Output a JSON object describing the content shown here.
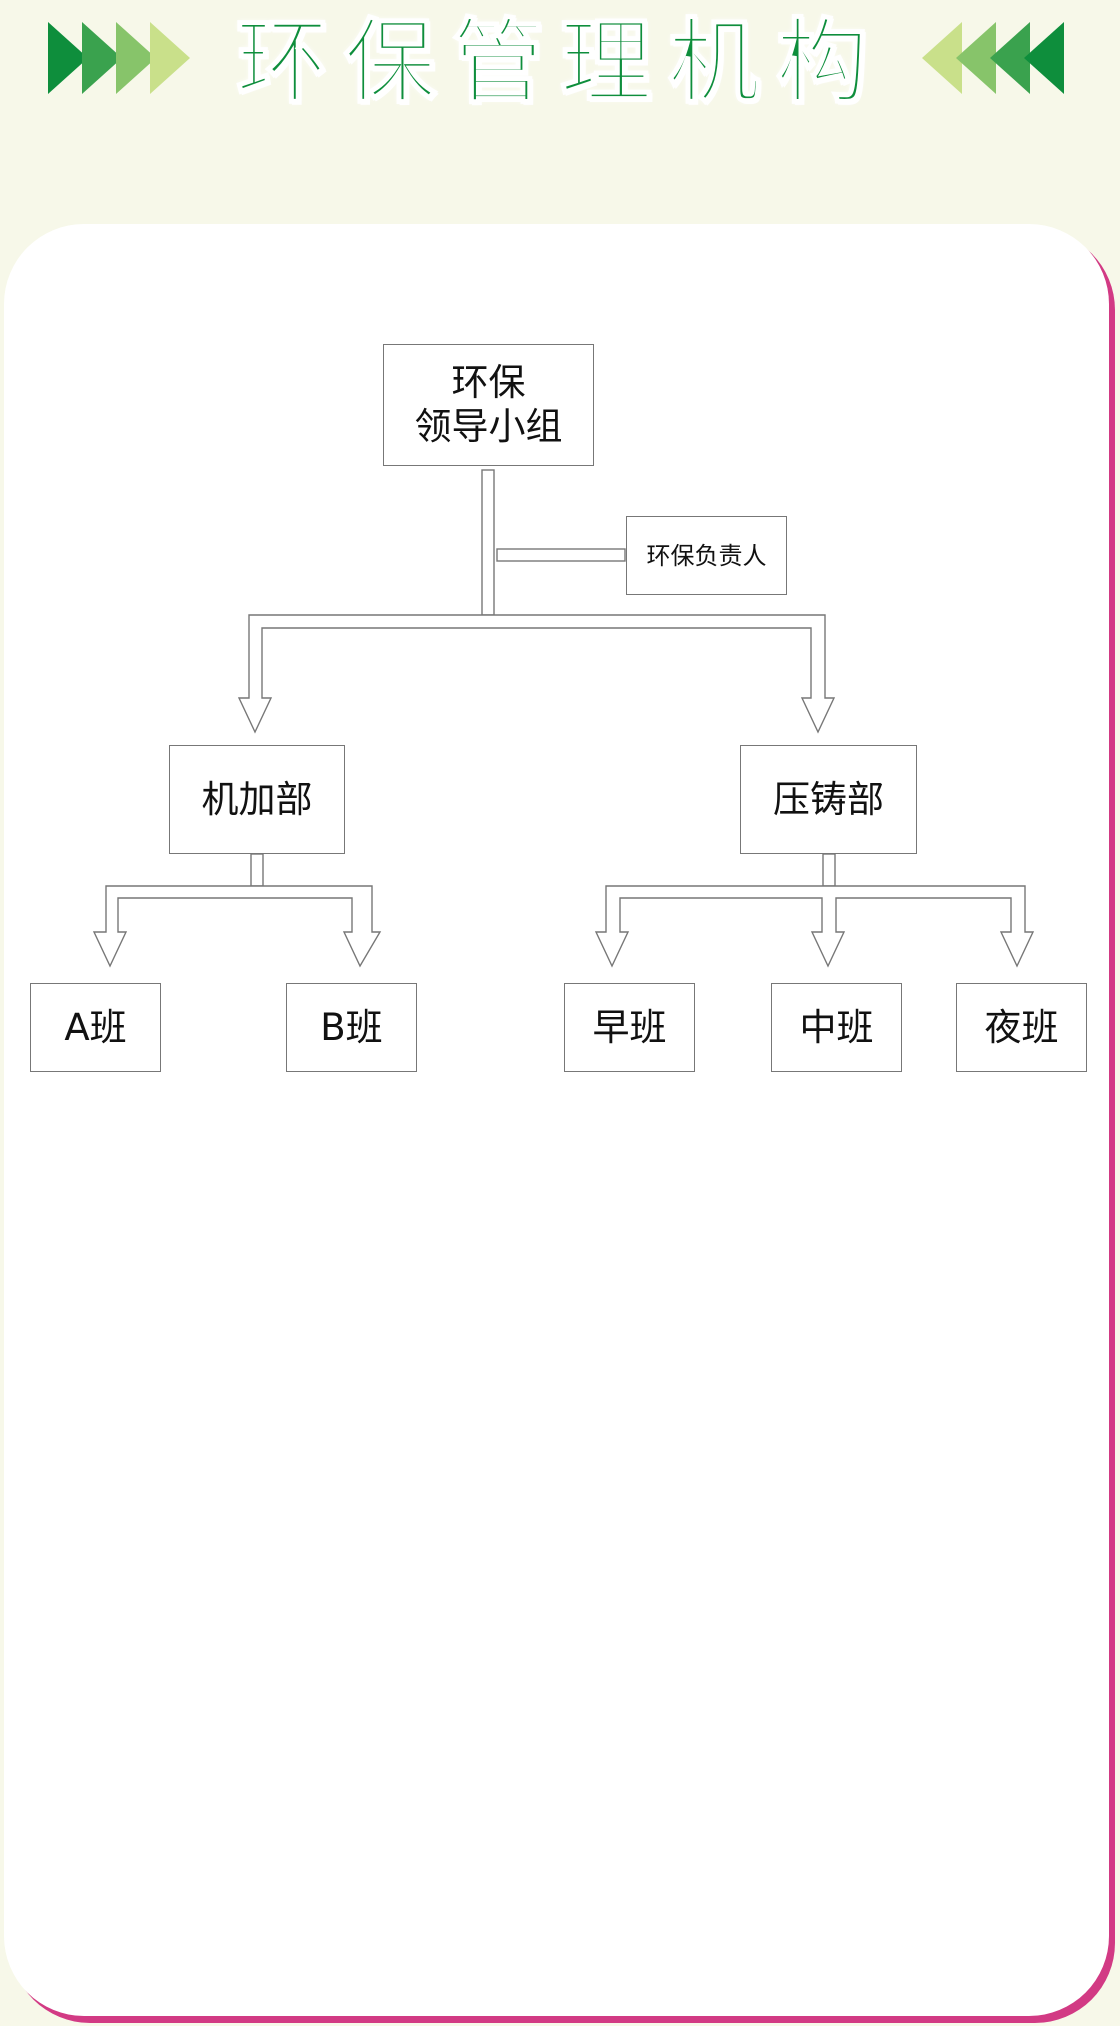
{
  "title": "环保管理机构",
  "colors": {
    "background": "#f7f8e9",
    "title_green": "#0e8e3c",
    "arrow_dark": "#0e8e3c",
    "arrow_light": "#c9e08a",
    "panel_border": "#d23a84",
    "box_border": "#777777"
  },
  "decorations": {
    "left_arrows_icon": "chevron-right-arrows",
    "right_arrows_icon": "chevron-left-arrows"
  },
  "org": {
    "leader_group": {
      "line1": "环保",
      "line2": "领导小组"
    },
    "responsible_person": "环保负责人",
    "departments": [
      {
        "name": "机加部",
        "shifts": [
          "A班",
          "B班"
        ]
      },
      {
        "name": "压铸部",
        "shifts": [
          "早班",
          "中班",
          "夜班"
        ]
      }
    ]
  }
}
